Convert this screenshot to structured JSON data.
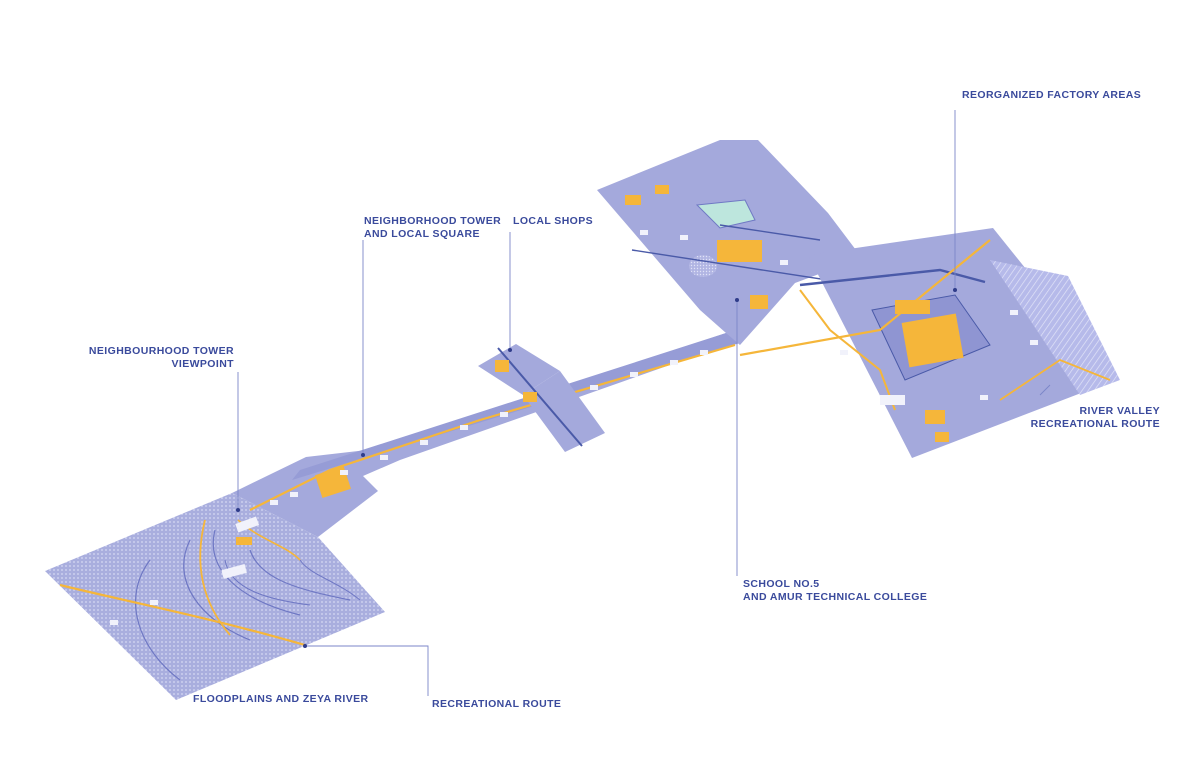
{
  "colors": {
    "ground": "#a7acdd",
    "ground_dark": "#8f95d2",
    "hatch": "#c7cbee",
    "building": "#f1f2fb",
    "accent": "#f5b63a",
    "road": "#4a5aa8",
    "label": "#3a4a9c",
    "leader": "#7b86c8"
  },
  "labels": {
    "factory": "REORGANIZED FACTORY AREAS",
    "tower_square": "NEIGHBORHOOD TOWER\nAND LOCAL SQUARE",
    "shops": "LOCAL SHOPS",
    "tower_viewpoint": "NEIGHBOURHOOD TOWER\nVIEWPOINT",
    "river_valley": "RIVER VALLEY\nRECREATIONAL ROUTE",
    "school": "SCHOOL NO.5\nAND AMUR TECHNICAL COLLEGE",
    "floodplains": "FLOODPLAINS AND ZEYA RIVER",
    "recreational": "RECREATIONAL ROUTE"
  }
}
